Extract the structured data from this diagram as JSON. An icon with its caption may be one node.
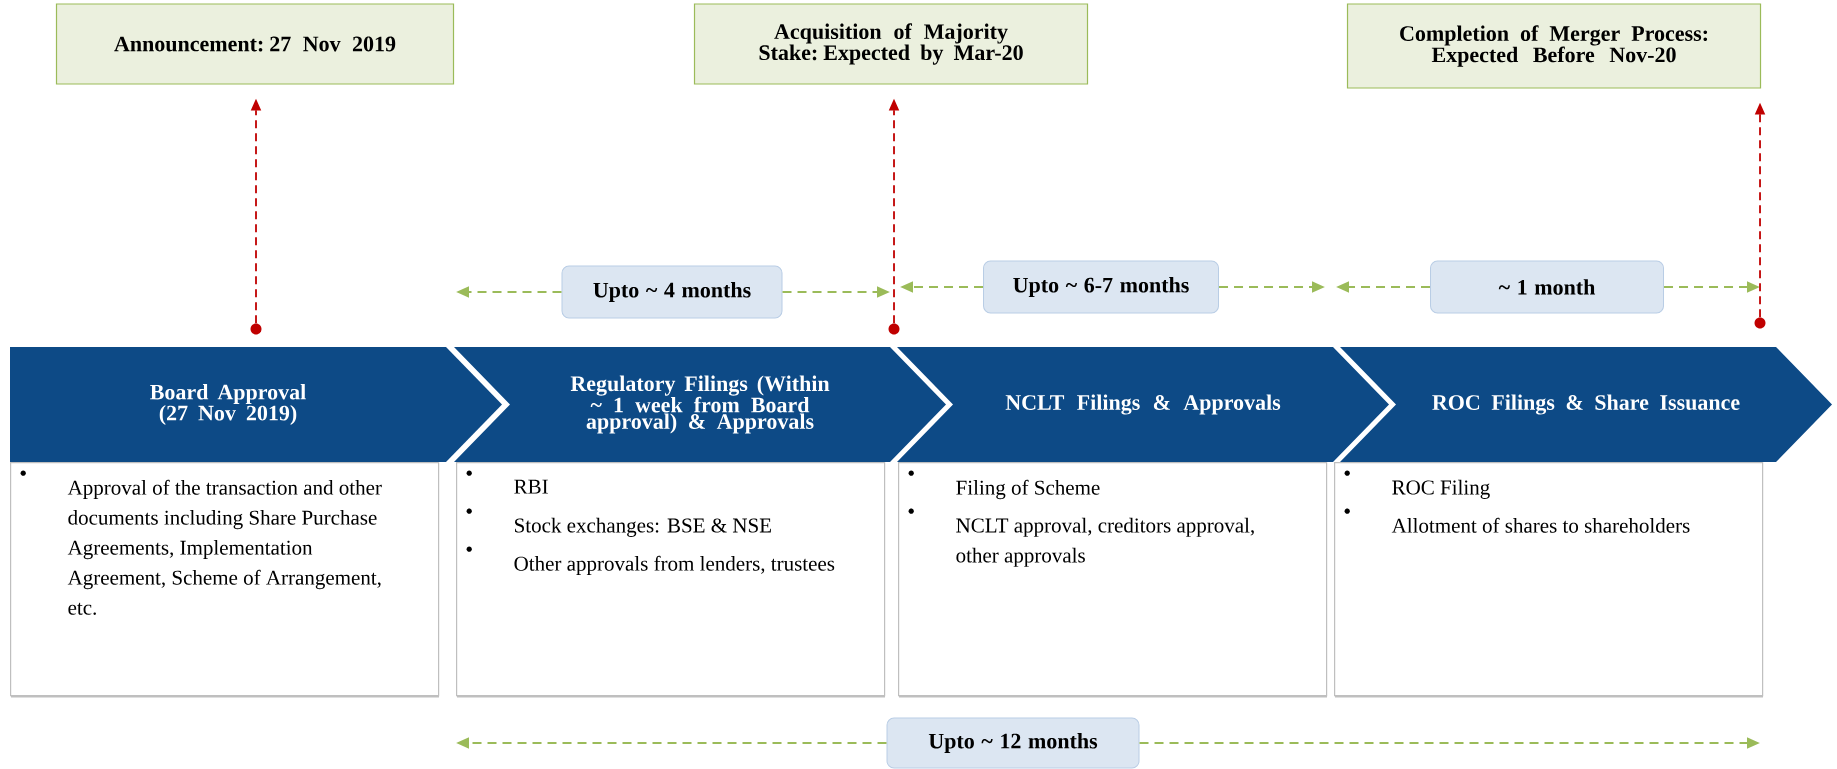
{
  "diagram": {
    "nodes": [
      {
        "text": [
          "Announcement: 27 Nov 2019"
        ]
      },
      {
        "text": [
          "Acquisition of Majority Stake: Expected by Mar-20"
        ]
      },
      {
        "text": [
          "Completion of Merger Process: Expected Before Nov-20"
        ]
      },
      {
        "text": [
          "Board Approval (27 Nov 2019)"
        ]
      },
      {
        "text": [
          "Regulatory Filings (Within ~ 1 week from Board approval) & Approvals"
        ]
      },
      {
        "text": [
          "NCLT Filings & Approvals"
        ]
      },
      {
        "text": [
          "ROC Filings & Share Issuance"
        ]
      },
      {
        "text": [
          "Approval of the transaction and other documents including Share Purchase Agreements, Implementation Agreement, Scheme of Arrangement, etc."
        ]
      },
      {
        "text": [
          "RBI",
          "Stock exchanges: BSE & NSE",
          "Other approvals from lenders, trustees"
        ]
      },
      {
        "text": [
          "Filing of Scheme",
          "NCLT approval, creditors approval, other approvals"
        ]
      },
      {
        "text": [
          "ROC Filing",
          "Allotment of shares to shareholders"
        ]
      },
      {
        "text": [
          "Upto ~ 4 months"
        ]
      },
      {
        "text": [
          "Upto ~ 6-7 months"
        ]
      },
      {
        "text": [
          "~ 1 month"
        ]
      },
      {
        "text": [
          "Upto ~ 12 months"
        ]
      },
      {
        "text": [],
        "shape": "circle"
      },
      {
        "text": [],
        "shape": "circle"
      },
      {
        "text": [],
        "shape": "circle"
      }
    ],
    "edges": [
      {
        "from": 15,
        "to": 0,
        "arrow": "to",
        "style": "dashed"
      },
      {
        "from": 16,
        "to": 1,
        "arrow": "to",
        "style": "dashed"
      },
      {
        "from": 17,
        "to": 2,
        "arrow": "to",
        "style": "dashed"
      }
    ]
  }
}
